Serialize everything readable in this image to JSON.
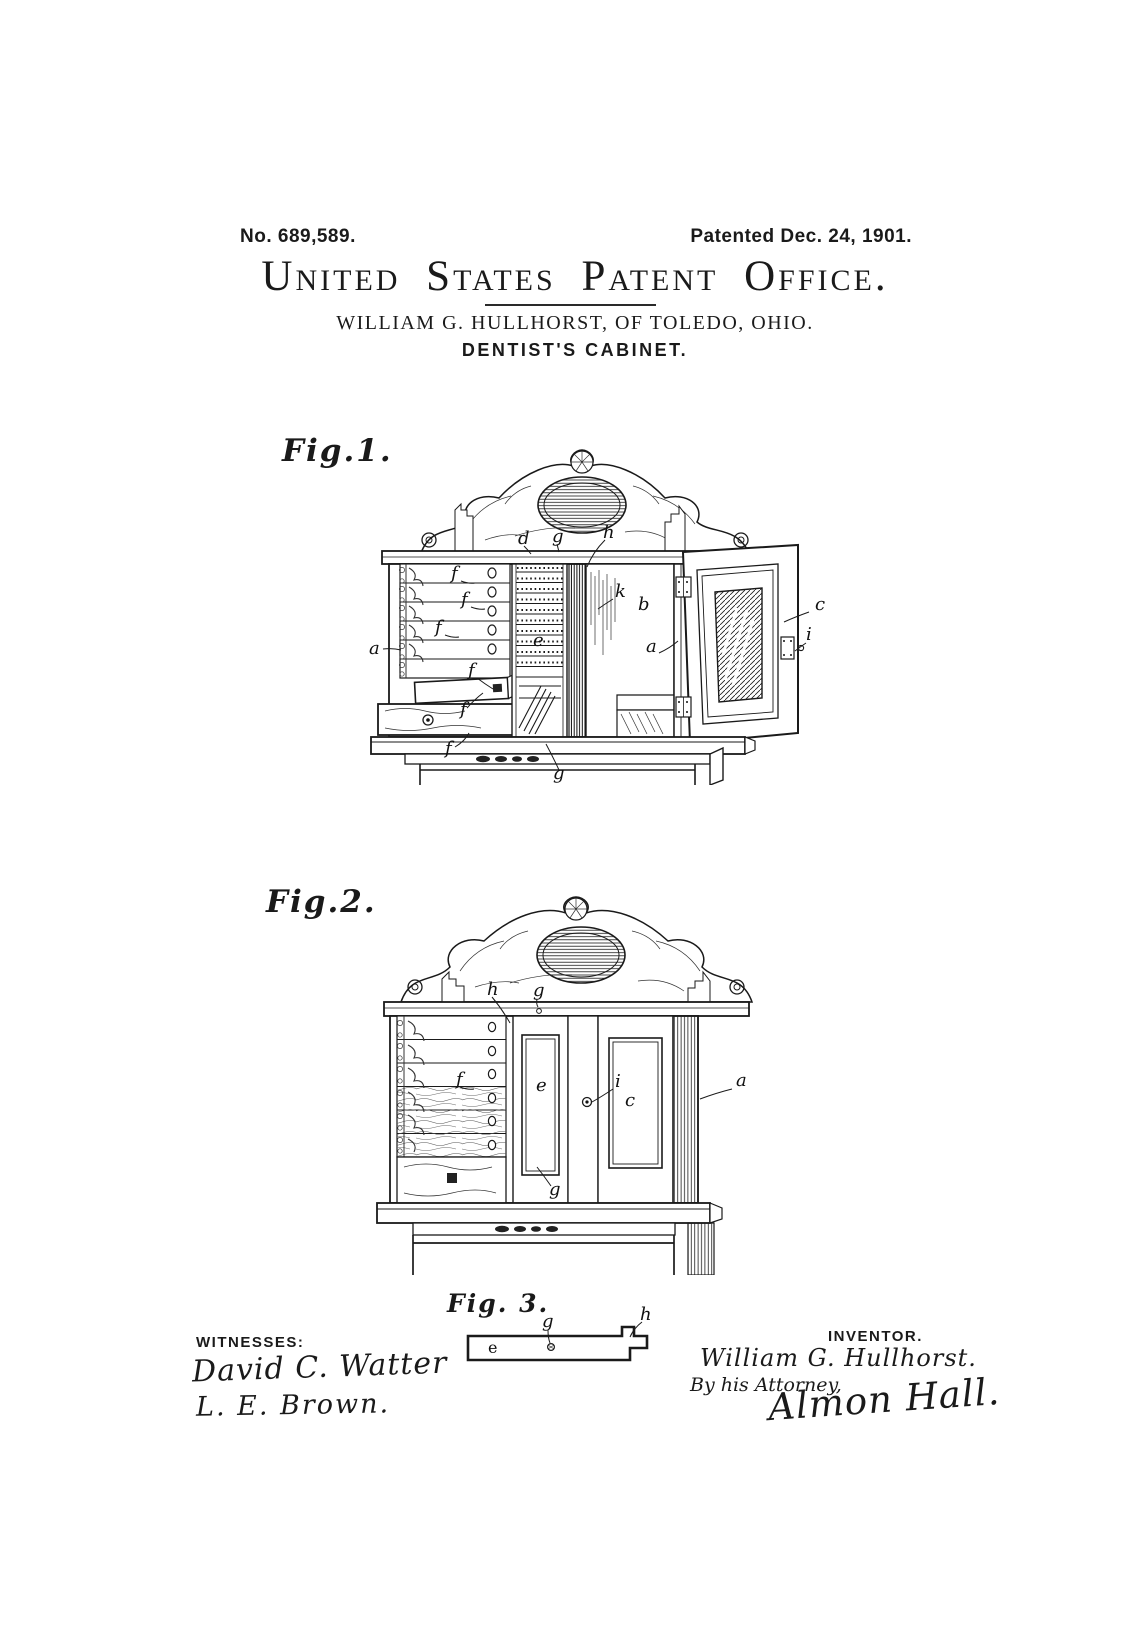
{
  "header": {
    "patent_number": "No. 689,589.",
    "patent_date": "Patented Dec. 24, 1901.",
    "office_title": "United States Patent Office.",
    "byline": "WILLIAM G. HULLHORST, OF TOLEDO, OHIO.",
    "invention_title": "DENTIST'S CABINET."
  },
  "figures": {
    "fig1": {
      "caption": "Fig.1.",
      "callouts": {
        "d": "d",
        "g_top": "g",
        "h": "h",
        "f1": "f",
        "f2": "f",
        "f3": "f",
        "f4": "f",
        "f5": "f",
        "f6": "f",
        "a_left": "a",
        "e": "e",
        "k": "k",
        "b": "b",
        "a_inner": "a",
        "c": "c",
        "i": "i",
        "g_bottom": "g"
      }
    },
    "fig2": {
      "caption": "Fig.2.",
      "callouts": {
        "h": "h",
        "g_top": "g",
        "f": "f",
        "e": "e",
        "i": "i",
        "c": "c",
        "a": "a",
        "g_bottom": "g"
      }
    },
    "fig3": {
      "caption": "Fig. 3.",
      "callouts": {
        "e": "e",
        "g": "g",
        "h": "h"
      }
    }
  },
  "signatures": {
    "witnesses_label": "WITNESSES:",
    "witness_1": "David C. Watter",
    "witness_2": "L. E. Brown.",
    "inventor_label": "INVENTOR.",
    "inventor_name": "William G. Hullhorst.",
    "attorney_prefix": "By his Attorney,",
    "attorney_signature": "Almon Hall."
  }
}
